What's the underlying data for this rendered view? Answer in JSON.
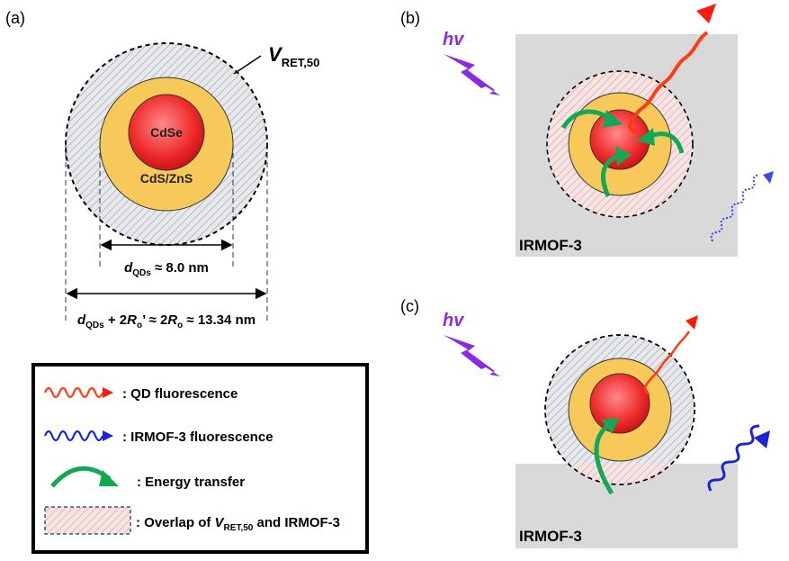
{
  "panel_a": {
    "label": "(a)",
    "core_label": "CdSe",
    "shell_label": "CdS/ZnS",
    "v_symbol": "V",
    "v_subscript": "RET,50",
    "dim1": {
      "d": "d",
      "sub": "QDs",
      "rest": " ≈ 8.0 nm"
    },
    "dim2": {
      "d": "d",
      "sub1": "QDs",
      "mid1": " + 2",
      "R1": "R",
      "sub2": "o",
      "mid2": "’ ≈ 2",
      "R2": "R",
      "sub3": "o",
      "rest": " ≈ 13.34 nm"
    }
  },
  "panel_b": {
    "label": "(b)",
    "hv": "hv",
    "mof_label": "IRMOF-3"
  },
  "panel_c": {
    "label": "(c)",
    "hv": "hv",
    "mof_label": "IRMOF-3"
  },
  "legend": {
    "items": [
      {
        "text": ":  QD fluorescence"
      },
      {
        "text": ":  IRMOF-3 fluorescence"
      },
      {
        "text": ":  Energy transfer"
      },
      {
        "text_pre": ": Overlap of ",
        "text_v": "V",
        "text_sub": "RET,50",
        "text_post": " and IRMOF-3"
      }
    ]
  },
  "colors": {
    "core": "#e8202a",
    "shell": "#f7c85a",
    "mof_gray": "#d9d9d9",
    "qd_fluor": "#ff3b12",
    "mof_fluor": "#1a23d6",
    "energy_transfer": "#13a855",
    "hv_purple": "#8a2be2"
  }
}
